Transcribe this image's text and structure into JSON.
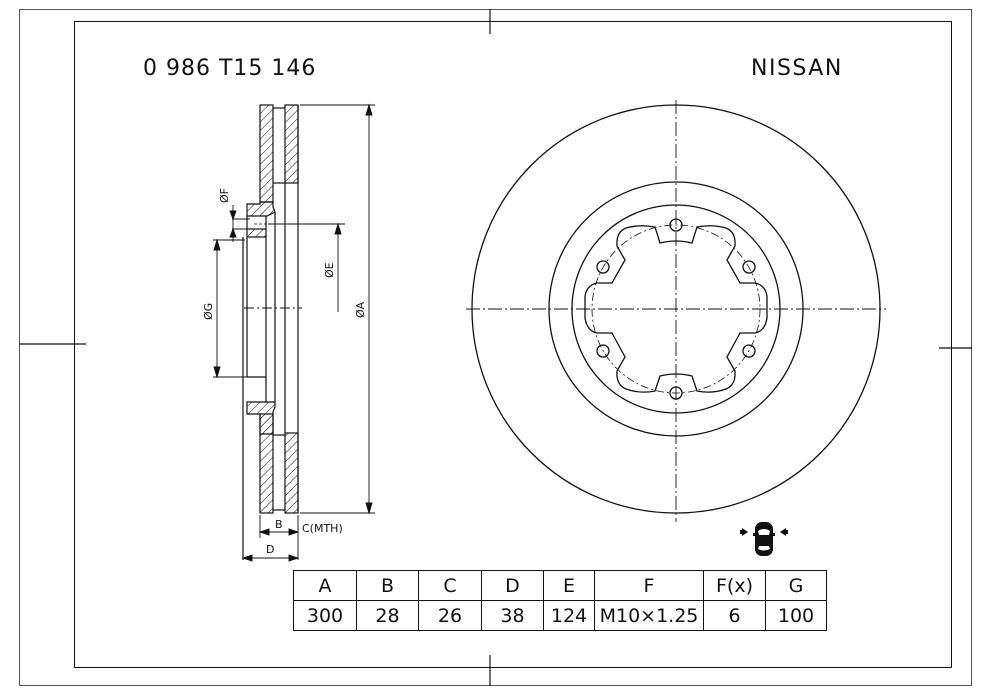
{
  "header": {
    "part_number": "0 986 T15 146",
    "brand": "NISSAN"
  },
  "section_view": {
    "labels": {
      "dia_f": "ØF",
      "dia_g": "ØG",
      "dia_e": "ØE",
      "dia_a": "ØA",
      "b": "B",
      "c": "C(MTH)",
      "d": "D"
    }
  },
  "front_view": {
    "bolt_holes": 6,
    "description": "Ventilated brake disc front view"
  },
  "axle_icon": "front-axle-car-icon",
  "spec_table": {
    "headers": [
      "A",
      "B",
      "C",
      "D",
      "E",
      "F",
      "F(x)",
      "G"
    ],
    "values": [
      "300",
      "28",
      "26",
      "38",
      "124",
      "M10×1.25",
      "6",
      "100"
    ]
  },
  "colors": {
    "line": "#111111",
    "background": "#ffffff"
  }
}
